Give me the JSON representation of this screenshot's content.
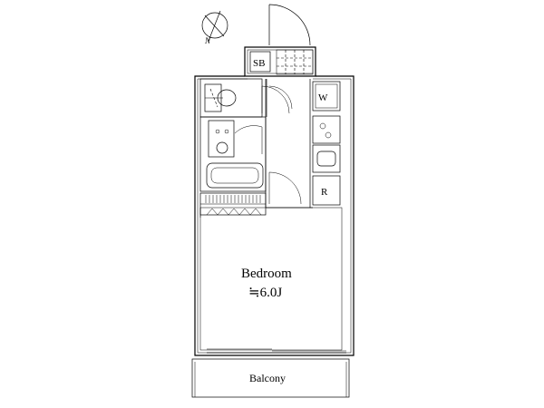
{
  "compass": {
    "north_label": "N",
    "icon": "compass-icon"
  },
  "rooms": {
    "storage_label": "SB",
    "washer_label": "W",
    "fridge_label": "R",
    "bedroom_name": "Bedroom",
    "bedroom_size": "≒6.0J",
    "balcony_label": "Balcony"
  }
}
